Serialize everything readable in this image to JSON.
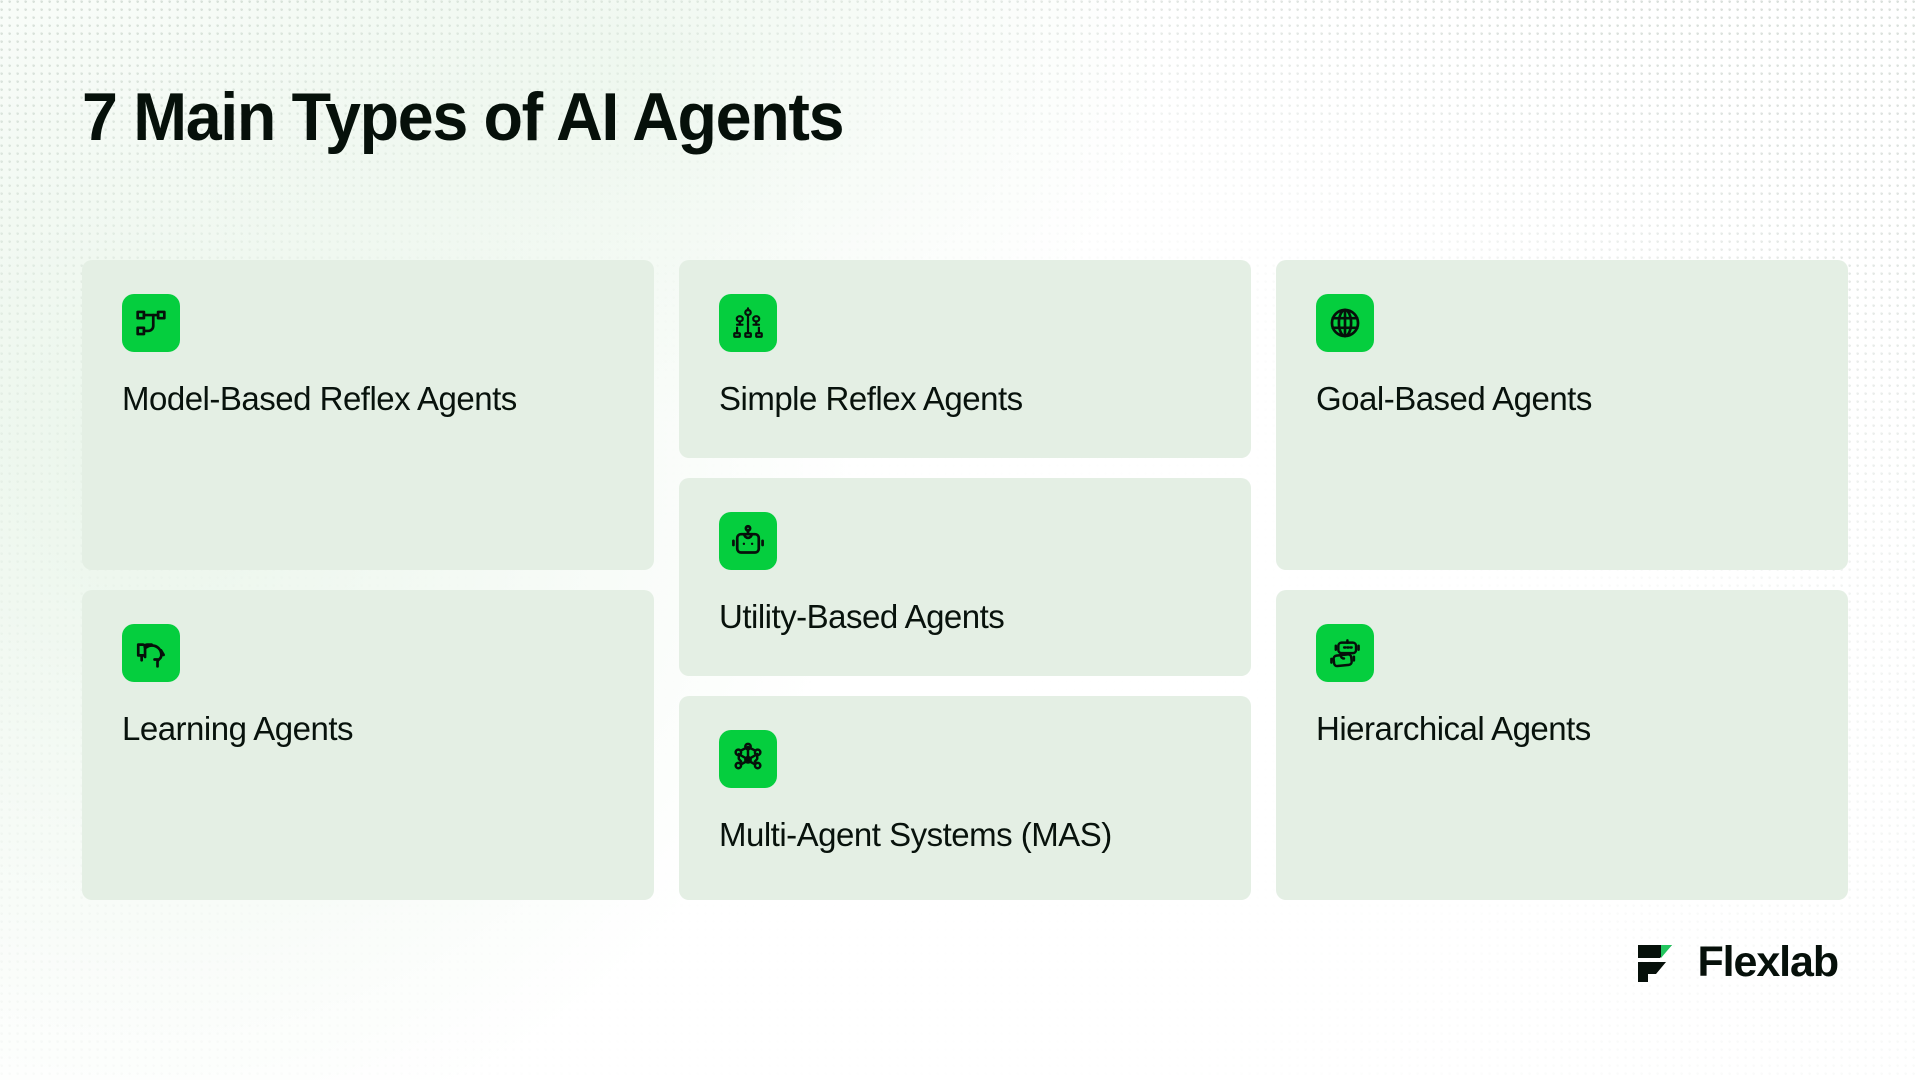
{
  "page": {
    "title": "7 Main Types of AI Agents",
    "background_color": "#ffffff",
    "card_background_color": "#e4efe4",
    "accent_color": "#05ce3e",
    "text_color": "#08120c"
  },
  "cards": [
    {
      "id": "model-based-reflex",
      "label": "Model-Based Reflex Agents",
      "icon": "flow-nodes-icon"
    },
    {
      "id": "simple-reflex",
      "label": "Simple Reflex Agents",
      "icon": "agent-group-icon"
    },
    {
      "id": "goal-based",
      "label": "Goal-Based Agents",
      "icon": "globe-icon"
    },
    {
      "id": "learning",
      "label": "Learning Agents",
      "icon": "head-book-icon"
    },
    {
      "id": "utility-based",
      "label": "Utility-Based Agents",
      "icon": "robot-head-icon"
    },
    {
      "id": "multi-agent",
      "label": "Multi-Agent Systems (MAS)",
      "icon": "network-nodes-icon"
    },
    {
      "id": "hierarchical",
      "label": "Hierarchical Agents",
      "icon": "stacked-robots-icon"
    }
  ],
  "brand": {
    "name": "Flexlab",
    "mark": "flexlab-logo-icon",
    "mark_colors": {
      "dark": "#06100a",
      "green": "#22c55e"
    }
  }
}
